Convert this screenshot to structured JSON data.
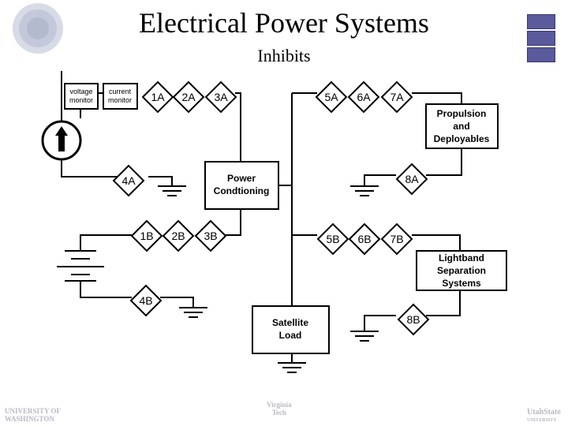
{
  "header": {
    "title": "Electrical Power Systems",
    "subtitle": "Inhibits"
  },
  "boxes": {
    "voltage_monitor": [
      "voltage",
      "monitor"
    ],
    "current_monitor": [
      "current",
      "monitor"
    ],
    "power_conditioning": [
      "Power",
      "Condtioning"
    ],
    "propulsion": [
      "Propulsion",
      "and",
      "Deployables"
    ],
    "lightband": [
      "Lightband",
      "Separation",
      "Systems"
    ],
    "satellite_load": [
      "Satellite",
      "Load"
    ]
  },
  "inhibits": {
    "a1": "1A",
    "a2": "2A",
    "a3": "3A",
    "a4": "4A",
    "a5": "5A",
    "a6": "6A",
    "a7": "7A",
    "a8": "8A",
    "b1": "1B",
    "b2": "2B",
    "b3": "3B",
    "b4": "4B",
    "b5": "5B",
    "b6": "6B",
    "b7": "7B",
    "b8": "8B"
  },
  "logos": {
    "uw": [
      "UNIVERSITY OF",
      "WASHINGTON"
    ],
    "vt": [
      "Virginia",
      "Tech"
    ],
    "usu": [
      "UtahState",
      "UNIVERSITY"
    ]
  },
  "colors": {
    "line": "#000000",
    "accent_squares": "#5a5a9c",
    "logo_gray": "#b8b8c4"
  }
}
